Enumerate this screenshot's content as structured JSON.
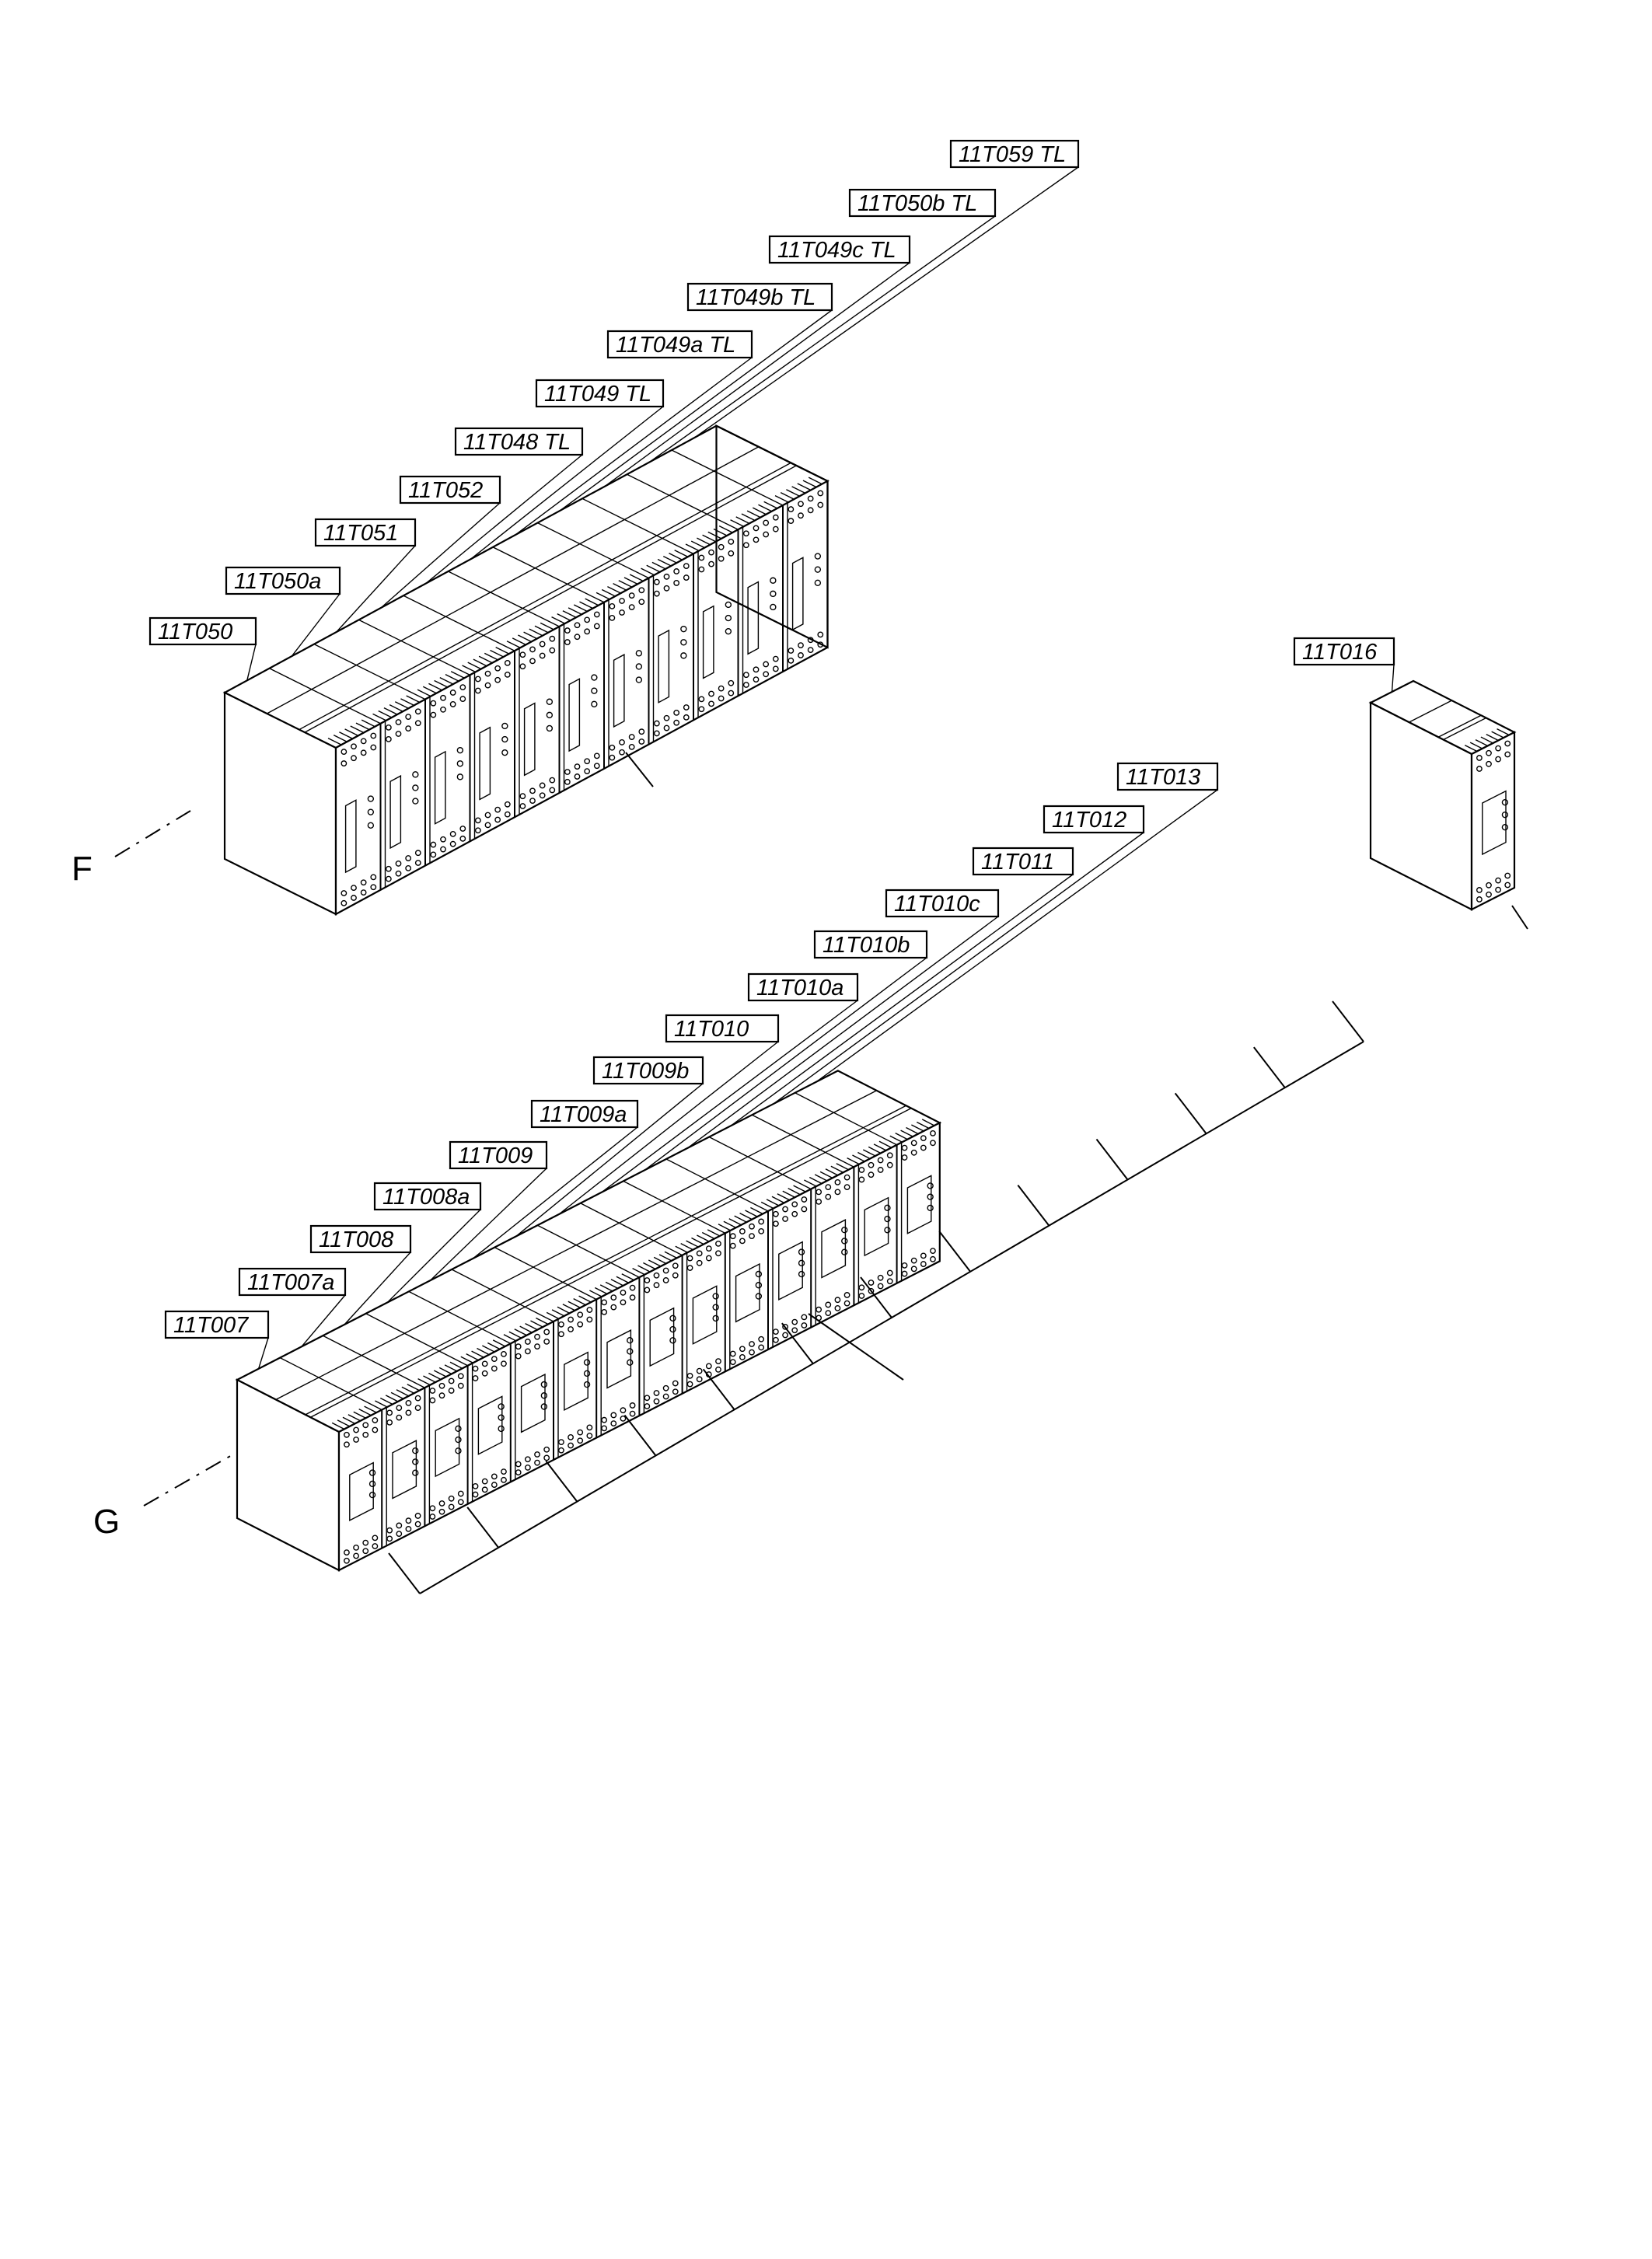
{
  "diagram": {
    "background": "#ffffff",
    "line_color": "#000000",
    "reference_letters": [
      "F",
      "G"
    ],
    "assembly_f": {
      "label_tags": [
        "11T050",
        "11T050a",
        "11T051",
        "11T052",
        "11T048 TL",
        "11T049 TL",
        "11T049a TL",
        "11T049b TL",
        "11T049c TL",
        "11T050b TL",
        "11T059 TL"
      ],
      "module_count": 11
    },
    "assembly_g": {
      "label_tags": [
        "11T007",
        "11T007a",
        "11T008",
        "11T008a",
        "11T009",
        "11T009a",
        "11T009b",
        "11T010",
        "11T010a",
        "11T010b",
        "11T010c",
        "11T011",
        "11T012",
        "11T013"
      ],
      "module_count": 14
    },
    "standalone": {
      "label_tags": [
        "11T016"
      ],
      "module_count": 1
    }
  }
}
